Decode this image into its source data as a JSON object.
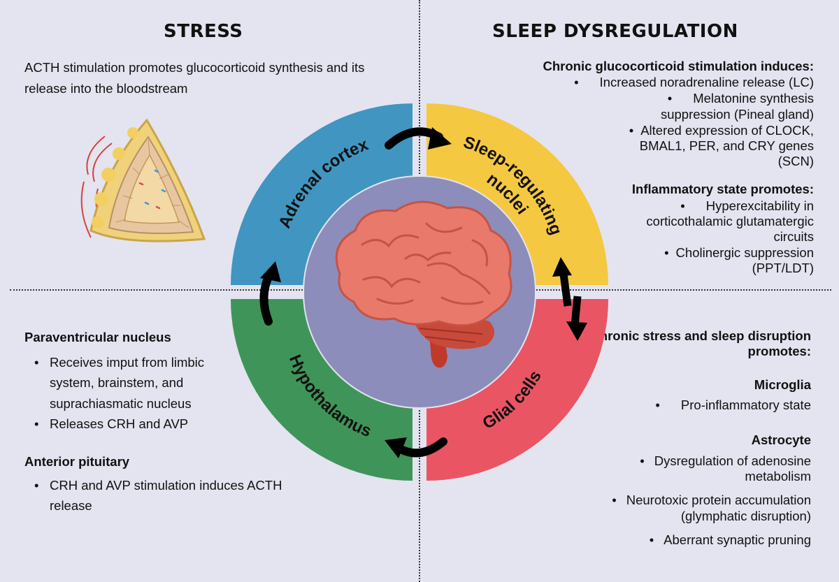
{
  "stress": {
    "title": "STRESS",
    "intro": "ACTH stimulation promotes glucocorticoid synthesis and its release into the bloodstream"
  },
  "sleep": {
    "title": "SLEEP DYSREGULATION",
    "glucocorticoid_heading": "Chronic glucocorticoid stimulation induces:",
    "glucocorticoid_items": [
      "Increased noradrenaline release (LC)",
      "Melatonine synthesis suppression (Pineal gland)",
      "Altered expression of CLOCK, BMAL1, PER, and CRY genes (SCN)"
    ],
    "inflammatory_heading": "Inflammatory state promotes:",
    "inflammatory_items": [
      "Hyperexcitability in corticothalamic glutamatergic circuits",
      "Cholinergic suppression (PPT/LDT)"
    ]
  },
  "hypothalamus_panel": {
    "pvn_heading": "Paraventricular nucleus",
    "pvn_items": [
      "Receives imput from limbic system, brainstem, and suprachiasmatic nucleus",
      "Releases CRH and AVP"
    ],
    "pituitary_heading": "Anterior pituitary",
    "pituitary_items": [
      "CRH and AVP stimulation induces ACTH release"
    ]
  },
  "glial_panel": {
    "heading": "Chronic stress and sleep disruption promotes:",
    "microglia_heading": "Microglia",
    "microglia_items": [
      "Pro-inflammatory state"
    ],
    "astrocyte_heading": "Astrocyte",
    "astrocyte_items": [
      "Dysregulation of adenosine metabolism",
      "Neurotoxic protein accumulation (glymphatic disruption)",
      "Aberrant synaptic pruning"
    ]
  },
  "cycle": {
    "segments": [
      {
        "label": "Adrenal cortex",
        "color": "#4195c1"
      },
      {
        "label": "Sleep-regulating nuclei",
        "label_line1": "Sleep-regulating",
        "label_line2": "nuclei",
        "color": "#f5c842"
      },
      {
        "label": "Glial cells",
        "color": "#ea5563"
      },
      {
        "label": "Hypothalamus",
        "color": "#3f9559"
      }
    ],
    "center_color": "#8d8dbb",
    "center_icon": "brain-icon",
    "arrows": [
      "arrow-adrenal-to-sleep",
      "arrow-sleep-glial-bidirectional",
      "arrow-glial-to-hypothalamus",
      "arrow-hypothalamus-to-adrenal"
    ]
  },
  "illustrations": {
    "adrenal_gland": "adrenal-gland-icon"
  },
  "colors": {
    "background": "#e3e4ef",
    "adrenal": "#4195c1",
    "sleep": "#f5c842",
    "glial": "#ea5563",
    "hypothalamus": "#3f9559",
    "center": "#8d8dbb"
  }
}
